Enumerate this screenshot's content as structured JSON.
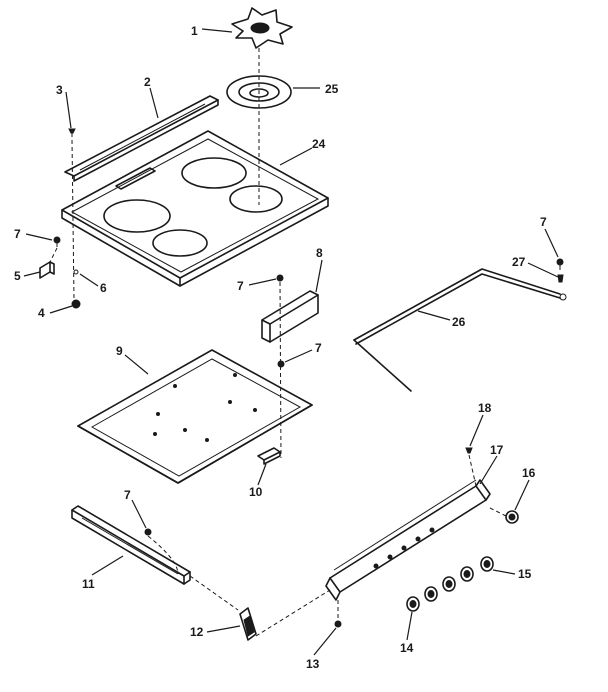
{
  "labels": {
    "l1": "1",
    "l2": "2",
    "l3": "3",
    "l25": "25",
    "l24": "24",
    "l7a": "7",
    "l5": "5",
    "l6": "6",
    "l4": "4",
    "l7b": "7",
    "l8": "8",
    "l7c": "7",
    "l9": "9",
    "l10": "10",
    "l7d": "7",
    "l27": "27",
    "l26": "26",
    "l18": "18",
    "l17": "17",
    "l16": "16",
    "l7e": "7",
    "l11": "11",
    "l12": "12",
    "l13": "13",
    "l14": "14",
    "l15": "15"
  }
}
